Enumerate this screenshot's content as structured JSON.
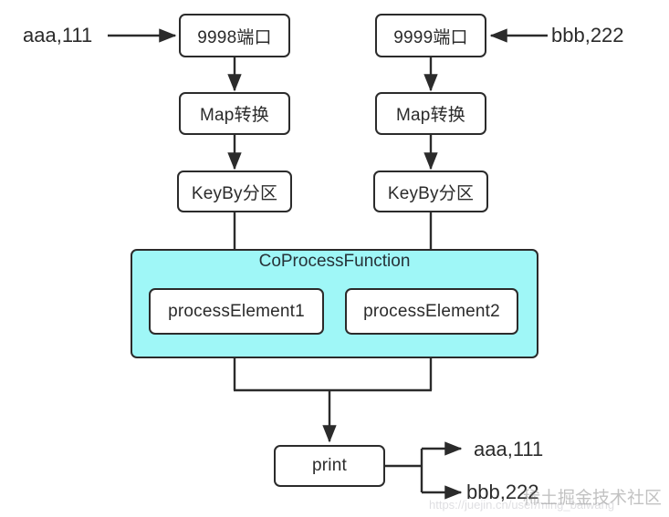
{
  "diagram": {
    "title": "Flink CoProcessFunction dual-stream flow",
    "colors": {
      "stroke": "#2b2b2b",
      "node_fill": "#ffffff",
      "group_fill": "#9ff7f7",
      "text": "#2b2b2b",
      "group_title_text": "#263238"
    },
    "inputs": [
      {
        "id": "input-left",
        "label": "aaa,111"
      },
      {
        "id": "input-right",
        "label": "bbb,222"
      }
    ],
    "left_column": [
      {
        "id": "port-9998",
        "label": "9998端口"
      },
      {
        "id": "map-left",
        "label": "Map转换"
      },
      {
        "id": "keyby-left",
        "label": "KeyBy分区"
      }
    ],
    "right_column": [
      {
        "id": "port-9999",
        "label": "9999端口"
      },
      {
        "id": "map-right",
        "label": "Map转换"
      },
      {
        "id": "keyby-right",
        "label": "KeyBy分区"
      }
    ],
    "group": {
      "id": "coprocessfunction",
      "title": "CoProcessFunction",
      "children": [
        {
          "id": "process-element-1",
          "label": "processElement1"
        },
        {
          "id": "process-element-2",
          "label": "processElement2"
        }
      ]
    },
    "sink": {
      "id": "print",
      "label": "print"
    },
    "outputs": [
      {
        "id": "output-aaa",
        "label": "aaa,111"
      },
      {
        "id": "output-bbb",
        "label": "bbb,222"
      }
    ],
    "watermark": {
      "text_cn": "稀土掘金技术社区",
      "text_url": "https://juejin.cn/user/ming_baiwang"
    }
  }
}
